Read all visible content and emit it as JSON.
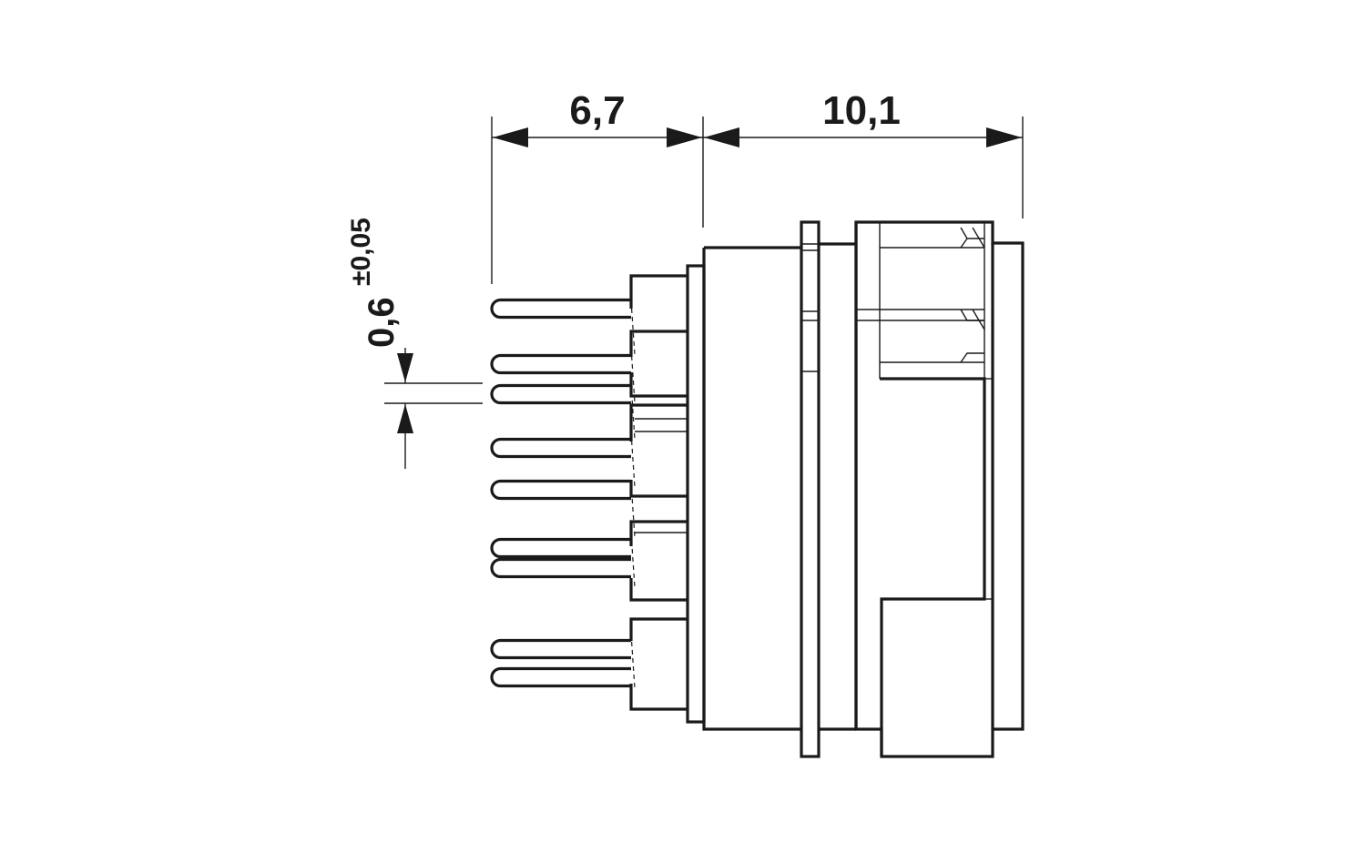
{
  "dimensions": {
    "pin_section_length": "6,7",
    "body_length": "10,1",
    "pin_thickness": {
      "nominal": "0,6",
      "tolerance": "±0,05"
    }
  },
  "colors": {
    "line": "#1a1a1a",
    "background": "#ffffff"
  }
}
